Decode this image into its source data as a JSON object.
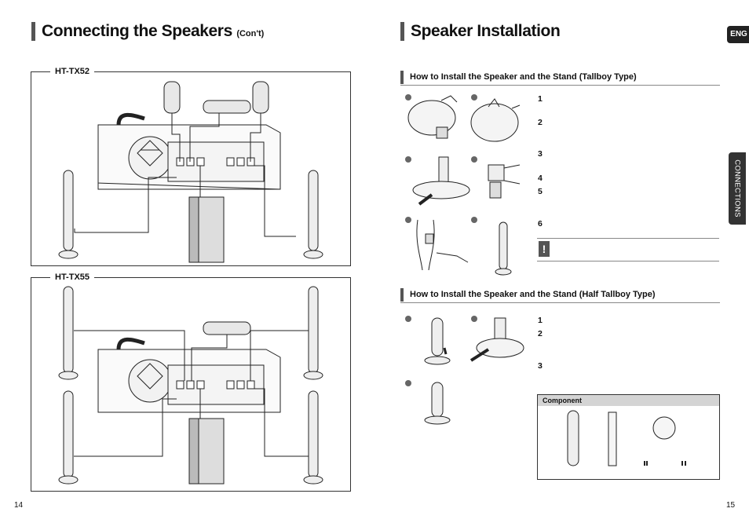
{
  "left_page": {
    "title": "Connecting the Speakers",
    "title_sub": "(Con't)",
    "figure1_label": "HT-TX52",
    "figure2_label": "HT-TX55",
    "page_number": "14"
  },
  "right_page": {
    "title": "Speaker Installation",
    "lang_tab": "ENG",
    "side_tab": "CONNECTIONS",
    "section1": {
      "heading": "How to Install the Speaker and the Stand (Tallboy Type)",
      "step_numbers": [
        "1",
        "2",
        "3",
        "4",
        "5",
        "6"
      ],
      "note_icon": "!"
    },
    "section2": {
      "heading": "How to Install the Speaker and the Stand (Half Tallboy Type)",
      "step_numbers": [
        "1",
        "2",
        "3"
      ]
    },
    "component_box": {
      "heading": "Component"
    },
    "page_number": "15"
  }
}
